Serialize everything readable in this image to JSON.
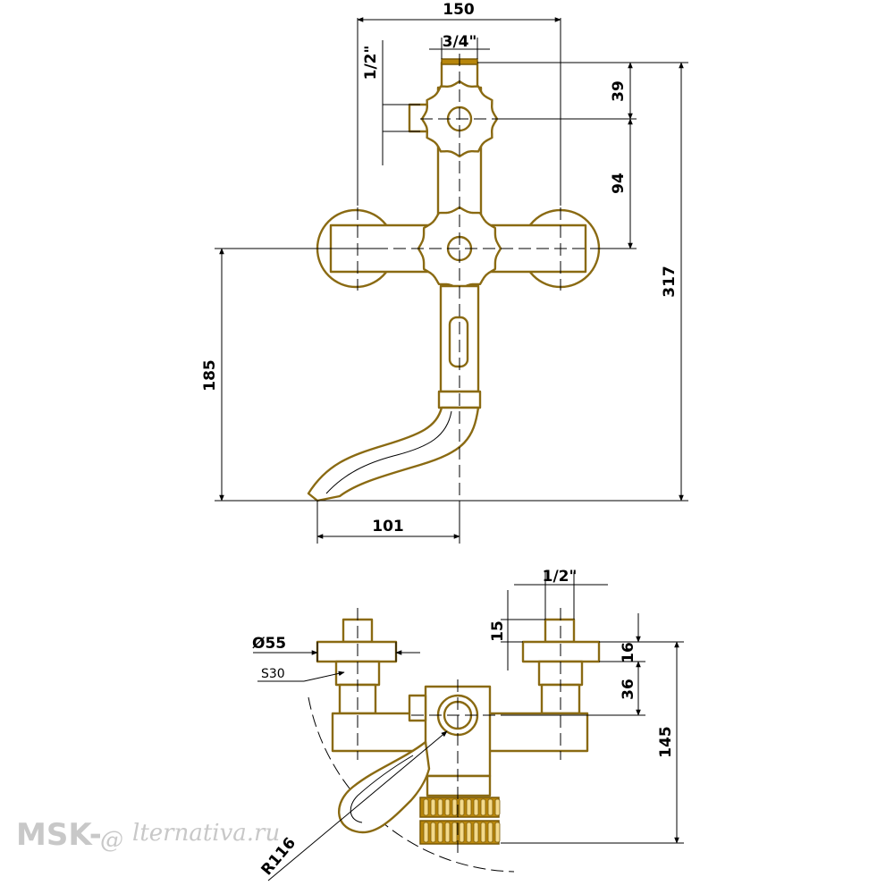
{
  "front_view": {
    "dim_width": "150",
    "dim_top_inlet": "3/4\"",
    "dim_side_inlet": "1/2\"",
    "dim_top_to_valve": "39",
    "dim_valve_to_axis": "94",
    "dim_total_height": "317",
    "dim_axis_to_spout": "185",
    "dim_spout_reach": "101"
  },
  "side_view": {
    "dim_thread": "1/2\"",
    "dim_thread_len": "15",
    "dim_flange": "Ø55",
    "dim_nut": "S30",
    "dim_flange_h": "16",
    "dim_flange_to_axis": "36",
    "dim_depth": "145",
    "dim_radius": "R116"
  },
  "watermark": {
    "brand_prefix": "MSK-",
    "brand_at": "@",
    "brand_suffix": "lternativa.ru"
  },
  "colors": {
    "part_stroke": "#8a6a12",
    "part_accent": "#b8860b",
    "dimension_lines": "#000000",
    "watermark": "#c8c8c8"
  }
}
